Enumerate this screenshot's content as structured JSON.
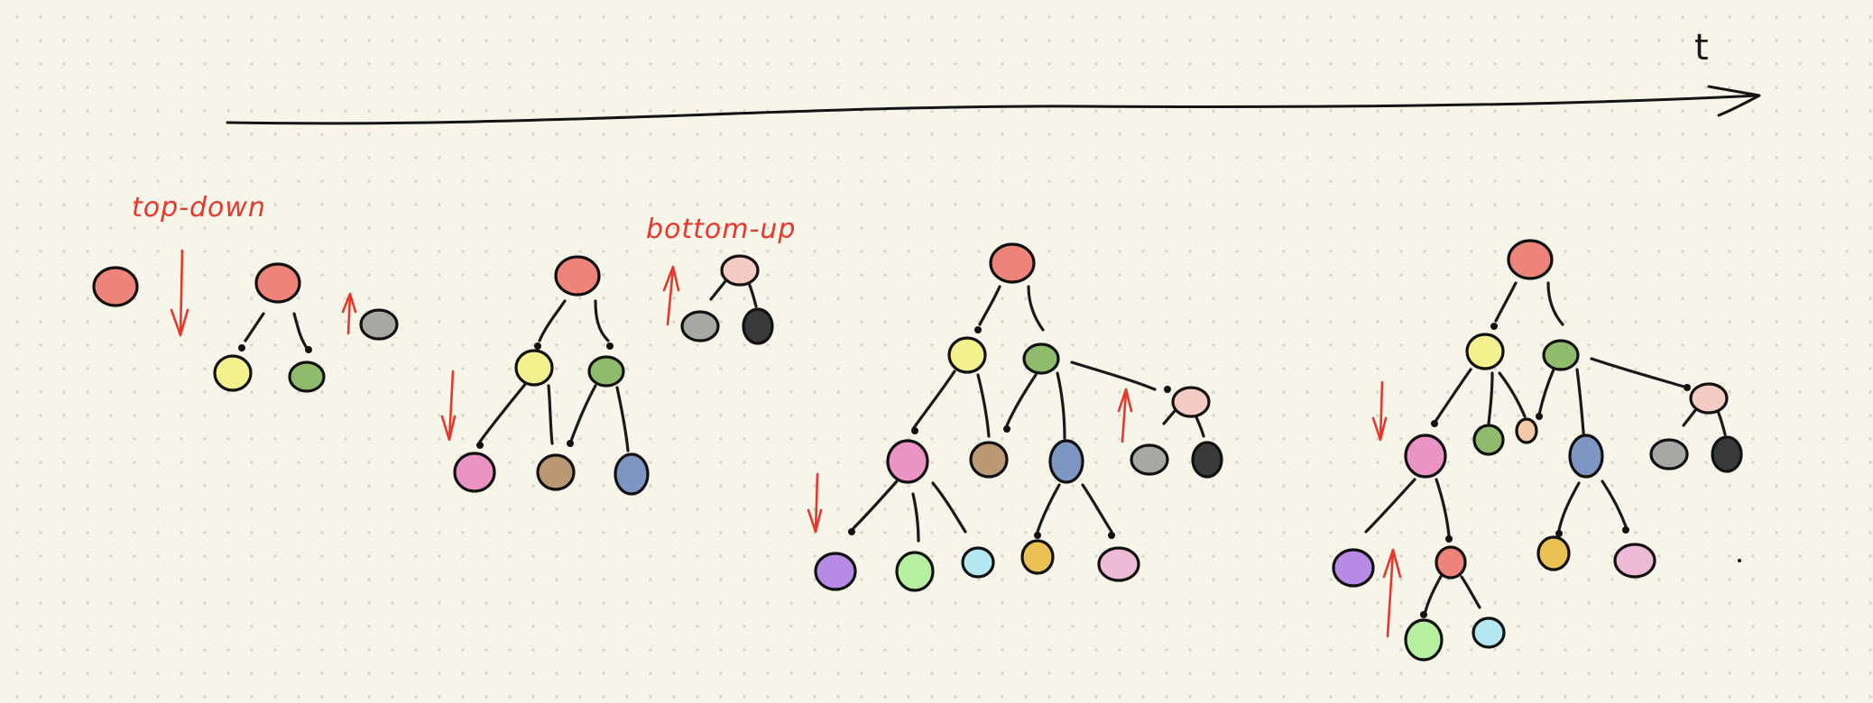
{
  "axis": {
    "label": "t"
  },
  "annotations": {
    "top_down": "top-down",
    "bottom_up": "bottom-up"
  },
  "colors": {
    "red": "#ee8479",
    "yellow": "#f4f08e",
    "green": "#8fbc6c",
    "gray": "#a7a7a3",
    "pink": "#ec93c6",
    "tan": "#b99873",
    "blue": "#7e96c4",
    "purple": "#b78ae6",
    "lightgreen": "#b6ef9f",
    "cyan": "#b4e7f1",
    "gold": "#ecc154",
    "lightpink": "#eebbd7",
    "black": "#3a3a3a",
    "palepink": "#f4cbc3",
    "peach": "#f3caa7",
    "arrow": "#e8372b"
  }
}
